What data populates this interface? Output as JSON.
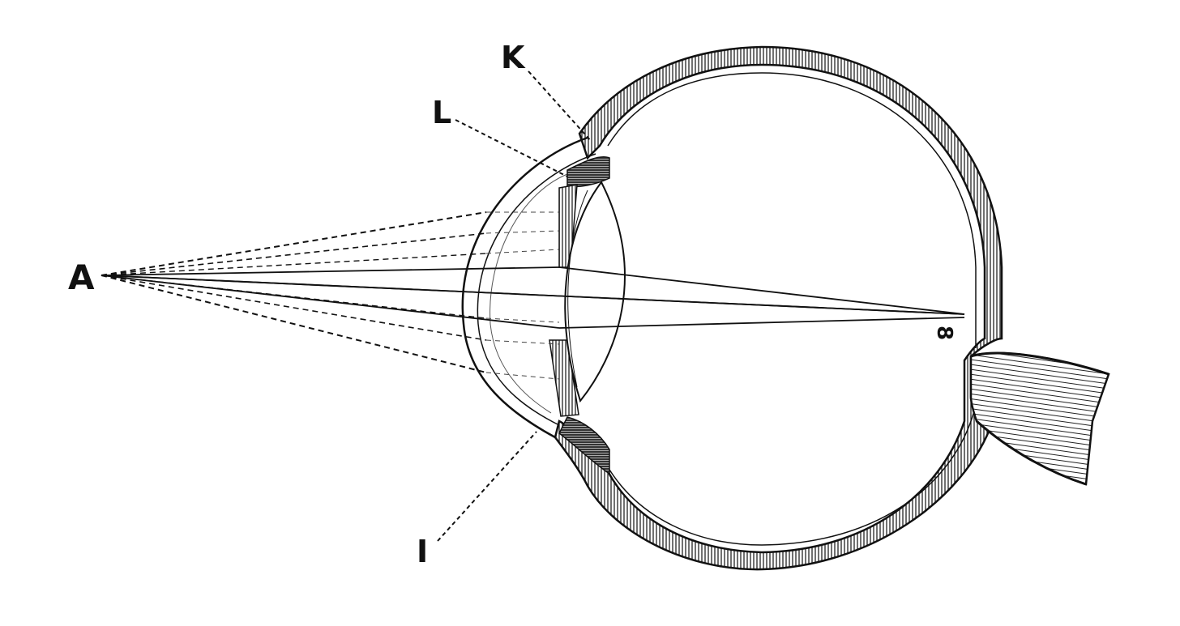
{
  "labels": {
    "a": "A",
    "k": "K",
    "l": "L",
    "i": "I",
    "focal": "8"
  },
  "colors": {
    "ink": "#111111",
    "paper": "#ffffff",
    "hatch": "#222222"
  },
  "rays": {
    "solid_count": 3,
    "dashed_count": 6
  }
}
